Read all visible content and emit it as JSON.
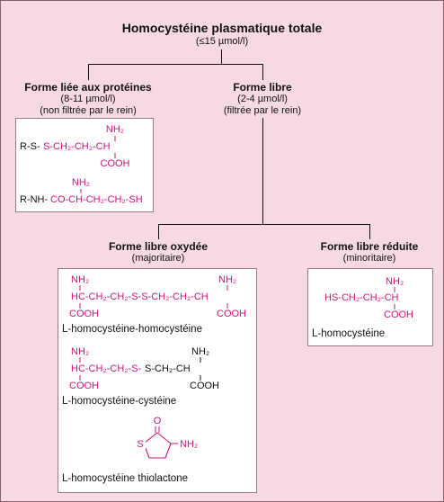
{
  "root": {
    "title": "Homocystéine plasmatique totale",
    "subtitle": "(≤15 µmol/l)"
  },
  "bound": {
    "title": "Forme liée aux protéines",
    "line1": "(8-11 µmol/l)",
    "line2": "(non filtrée par le rein)",
    "formula1": {
      "prefix": "R-S-",
      "chain": "S-CH₂-CH₂-CH",
      "nh2": "NH₂",
      "cooh": "COOH"
    },
    "formula2": {
      "prefix": "R-NH-",
      "chain": "CO-CH-CH₂-CH₂-SH",
      "nh2": "NH₂"
    }
  },
  "free": {
    "title": "Forme libre",
    "line1": "(2-4 µmol/l)",
    "line2": "(filtrée par le rein)"
  },
  "oxidized": {
    "title": "Forme libre oxydée",
    "line1": "(majoritaire)",
    "m1": {
      "left_nh2": "NH₂",
      "chain": "HC-CH₂-CH₂-S-S-CH₂-CH₂-CH",
      "right_nh2": "NH₂",
      "left_cooh": "COOH",
      "right_cooh": "COOH",
      "name": "L-homocystéine-homocystéine"
    },
    "m2": {
      "left_nh2": "NH₂",
      "chain_magenta": "HC-CH₂-CH₂-S-",
      "chain_black": "S-CH₂-CH",
      "right_nh2": "NH₂",
      "left_cooh": "COOH",
      "right_cooh": "COOH",
      "name": "L-homocystéine-cystéine"
    },
    "m3": {
      "o": "O",
      "s": "S",
      "nh2": "NH₂",
      "name": "L-homocystéine thiolactone"
    }
  },
  "reduced": {
    "title": "Forme libre réduite",
    "line1": "(minoritaire)",
    "m1": {
      "chain": "HS-CH₂-CH₂-CH",
      "nh2": "NH₂",
      "cooh": "COOH",
      "name": "L-homocystéine"
    }
  },
  "colors": {
    "background": "#f7d9e3",
    "magenta": "#c8177a",
    "text": "#111111"
  }
}
